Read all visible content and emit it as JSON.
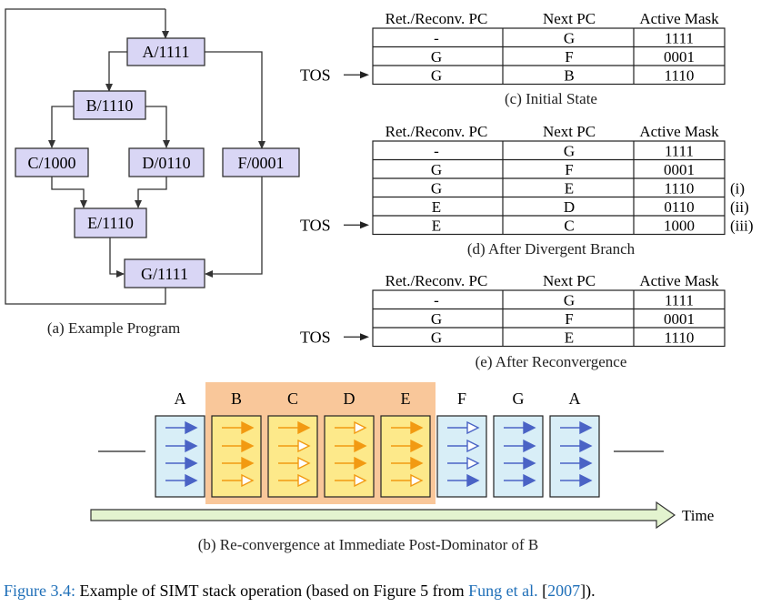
{
  "cfg": {
    "caption": "(a)  Example Program",
    "nodes": {
      "A": "A/1111",
      "B": "B/1110",
      "C": "C/1000",
      "D": "D/0110",
      "E": "E/1110",
      "F": "F/0001",
      "G": "G/1111"
    }
  },
  "stack_tables": {
    "headers": [
      "Ret./Reconv. PC",
      "Next PC",
      "Active Mask"
    ],
    "tos_label": "TOS",
    "initial": {
      "caption": "(c)  Initial State",
      "rows": [
        [
          "-",
          "G",
          "1111"
        ],
        [
          "G",
          "F",
          "0001"
        ],
        [
          "G",
          "B",
          "1110"
        ]
      ]
    },
    "divergent": {
      "caption": "(d)  After Divergent Branch",
      "rows": [
        [
          "-",
          "G",
          "1111"
        ],
        [
          "G",
          "F",
          "0001"
        ],
        [
          "G",
          "E",
          "1110"
        ],
        [
          "E",
          "D",
          "0110"
        ],
        [
          "E",
          "C",
          "1000"
        ]
      ],
      "row_notes": [
        "",
        "",
        "(i)",
        "(ii)",
        "(iii)"
      ]
    },
    "reconvergence": {
      "caption": "(e)  After Reconvergence",
      "rows": [
        [
          "-",
          "G",
          "1111"
        ],
        [
          "G",
          "F",
          "0001"
        ],
        [
          "G",
          "E",
          "1110"
        ]
      ]
    }
  },
  "timeline": {
    "caption": "(b)  Re-convergence at Immediate Post-Dominator of B",
    "time_label": "Time",
    "blocks": [
      {
        "label": "A",
        "mask": [
          1,
          1,
          1,
          1
        ],
        "style": "blue"
      },
      {
        "label": "B",
        "mask": [
          1,
          1,
          1,
          0
        ],
        "style": "orange"
      },
      {
        "label": "C",
        "mask": [
          1,
          0,
          0,
          0
        ],
        "style": "orange"
      },
      {
        "label": "D",
        "mask": [
          0,
          1,
          1,
          0
        ],
        "style": "orange"
      },
      {
        "label": "E",
        "mask": [
          1,
          1,
          1,
          0
        ],
        "style": "orange"
      },
      {
        "label": "F",
        "mask": [
          0,
          0,
          0,
          1
        ],
        "style": "blue"
      },
      {
        "label": "G",
        "mask": [
          1,
          1,
          1,
          1
        ],
        "style": "blue"
      },
      {
        "label": "A",
        "mask": [
          1,
          1,
          1,
          1
        ],
        "style": "blue"
      }
    ],
    "colors": {
      "blue_fill": "#d8eef7",
      "blue_arrow": "#4a63c5",
      "orange_fill": "#fde98a",
      "orange_arrow": "#f29a12",
      "highlight": "#f9c79a",
      "time_arrow_fill": "#e3f3cf"
    }
  },
  "figure_caption": {
    "label": "Figure 3.4:",
    "text_before": " Example of SIMT stack operation (based on Figure 5 from ",
    "citation": "Fung et al.",
    "text_mid": " [",
    "year": "2007",
    "text_after": "])."
  }
}
